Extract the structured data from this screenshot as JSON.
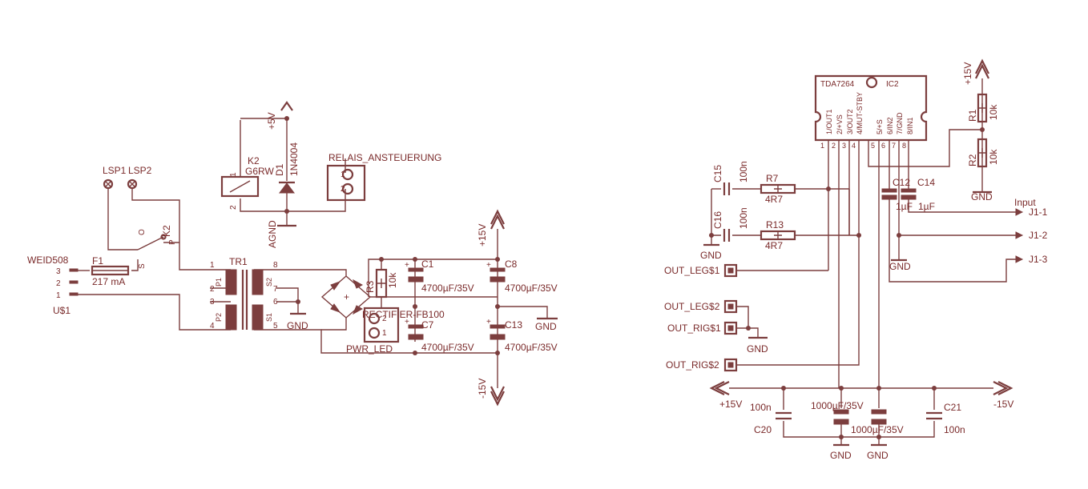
{
  "labels": {
    "lsp1": "LSP1",
    "lsp2": "LSP2",
    "k2_relay": "K2",
    "o": "O",
    "p": "P",
    "s": "S",
    "weid": "WEID508",
    "f1": "F1",
    "fuse_val": "217 mA",
    "u1": "U$1",
    "pin3": "3",
    "pin2": "2",
    "pin1": "1",
    "tr1": "TR1",
    "p1": "P1",
    "p2": "P2",
    "s1": "S1",
    "s2": "S2",
    "tp1": "1",
    "tp2": "2",
    "tp3": "3",
    "tp4": "4",
    "tp5": "5",
    "tp6": "6",
    "tp7": "7",
    "tp8": "8",
    "gnd": "GND",
    "agnd": "AGND",
    "k2": "K2",
    "g6rw": "G6RW",
    "d1": "D1",
    "d1_val": "1N4004",
    "plus5v": "+5V",
    "relais": "RELAIS_ANSTEUERUNG",
    "r_pin1": "1",
    "r_pin2": "2",
    "coil1": "1",
    "coil2": "2",
    "r3": "R3",
    "r3_val": "10k",
    "pwr_led": "PWR_LED",
    "rectifier": "RECTIFIER-FB100",
    "rb1": "1",
    "rb2": "2",
    "c1": "C1",
    "c7": "C7",
    "c8": "C8",
    "c13": "C13",
    "c4700": "4700µF/35V",
    "plus15v": "+15V",
    "minus15v": "-15V",
    "ic_name": "TDA7264",
    "ic2": "IC2",
    "ic_pins": [
      "1/OUT1",
      "2/+VS",
      "3/OUT2",
      "4/MUT-STBY",
      "5/+S",
      "6/IN2",
      "7/GND",
      "8/IN1"
    ],
    "ic_nums": [
      "1",
      "2",
      "3",
      "4",
      "5",
      "6",
      "7",
      "8"
    ],
    "c15": "C15",
    "c16": "C16",
    "n100": "100n",
    "r7": "R7",
    "r13": "R13",
    "r4r7": "4R7",
    "c12": "C12",
    "c14": "C14",
    "uf1": "1µF",
    "r1": "R1",
    "r2": "R2",
    "k10": "10k",
    "input": "Input",
    "j1_1": "J1-1",
    "j1_2": "J1-2",
    "j1_3": "J1-3",
    "out_leg1": "OUT_LEG$1",
    "out_leg2": "OUT_LEG$2",
    "out_rig1": "OUT_RIG$1",
    "out_rig2": "OUT_RIG$2",
    "c20": "C20",
    "c21": "C21",
    "c1000": "1000µF/35V"
  }
}
